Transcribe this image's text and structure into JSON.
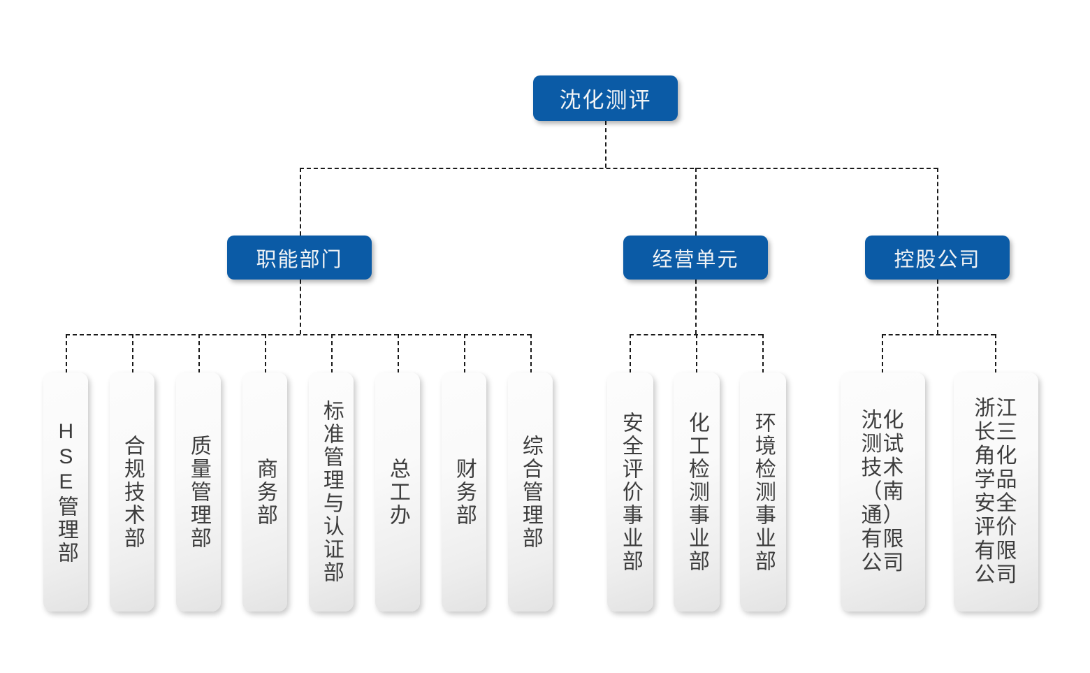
{
  "chart_title": "沈化测评",
  "root": {
    "label": "沈化测评"
  },
  "categories": [
    {
      "label": "职能部门"
    },
    {
      "label": "经营单元"
    },
    {
      "label": "控股公司"
    }
  ],
  "functional_departments": [
    {
      "label": "HSE管理部"
    },
    {
      "label": "合规技术部"
    },
    {
      "label": "质量管理部"
    },
    {
      "label": "商务部"
    },
    {
      "label": "标准管理与认证部"
    },
    {
      "label": "总工办"
    },
    {
      "label": "财务部"
    },
    {
      "label": "综合管理部"
    }
  ],
  "business_units": [
    {
      "label": "安全评价事业部"
    },
    {
      "label": "化工检测事业部"
    },
    {
      "label": "环境检测事业部"
    }
  ],
  "holding_companies": [
    {
      "label": "沈化测试技术（南通）有限公司"
    },
    {
      "label": "浙江长三角化学品安全评价有限公司"
    }
  ],
  "colors": {
    "node_blue": "#0b5ba6",
    "node_blue_text": "#f2f4f6",
    "node_gray_text": "#3d3d3d",
    "connector": "#1a1a1a",
    "background": "#ffffff"
  }
}
